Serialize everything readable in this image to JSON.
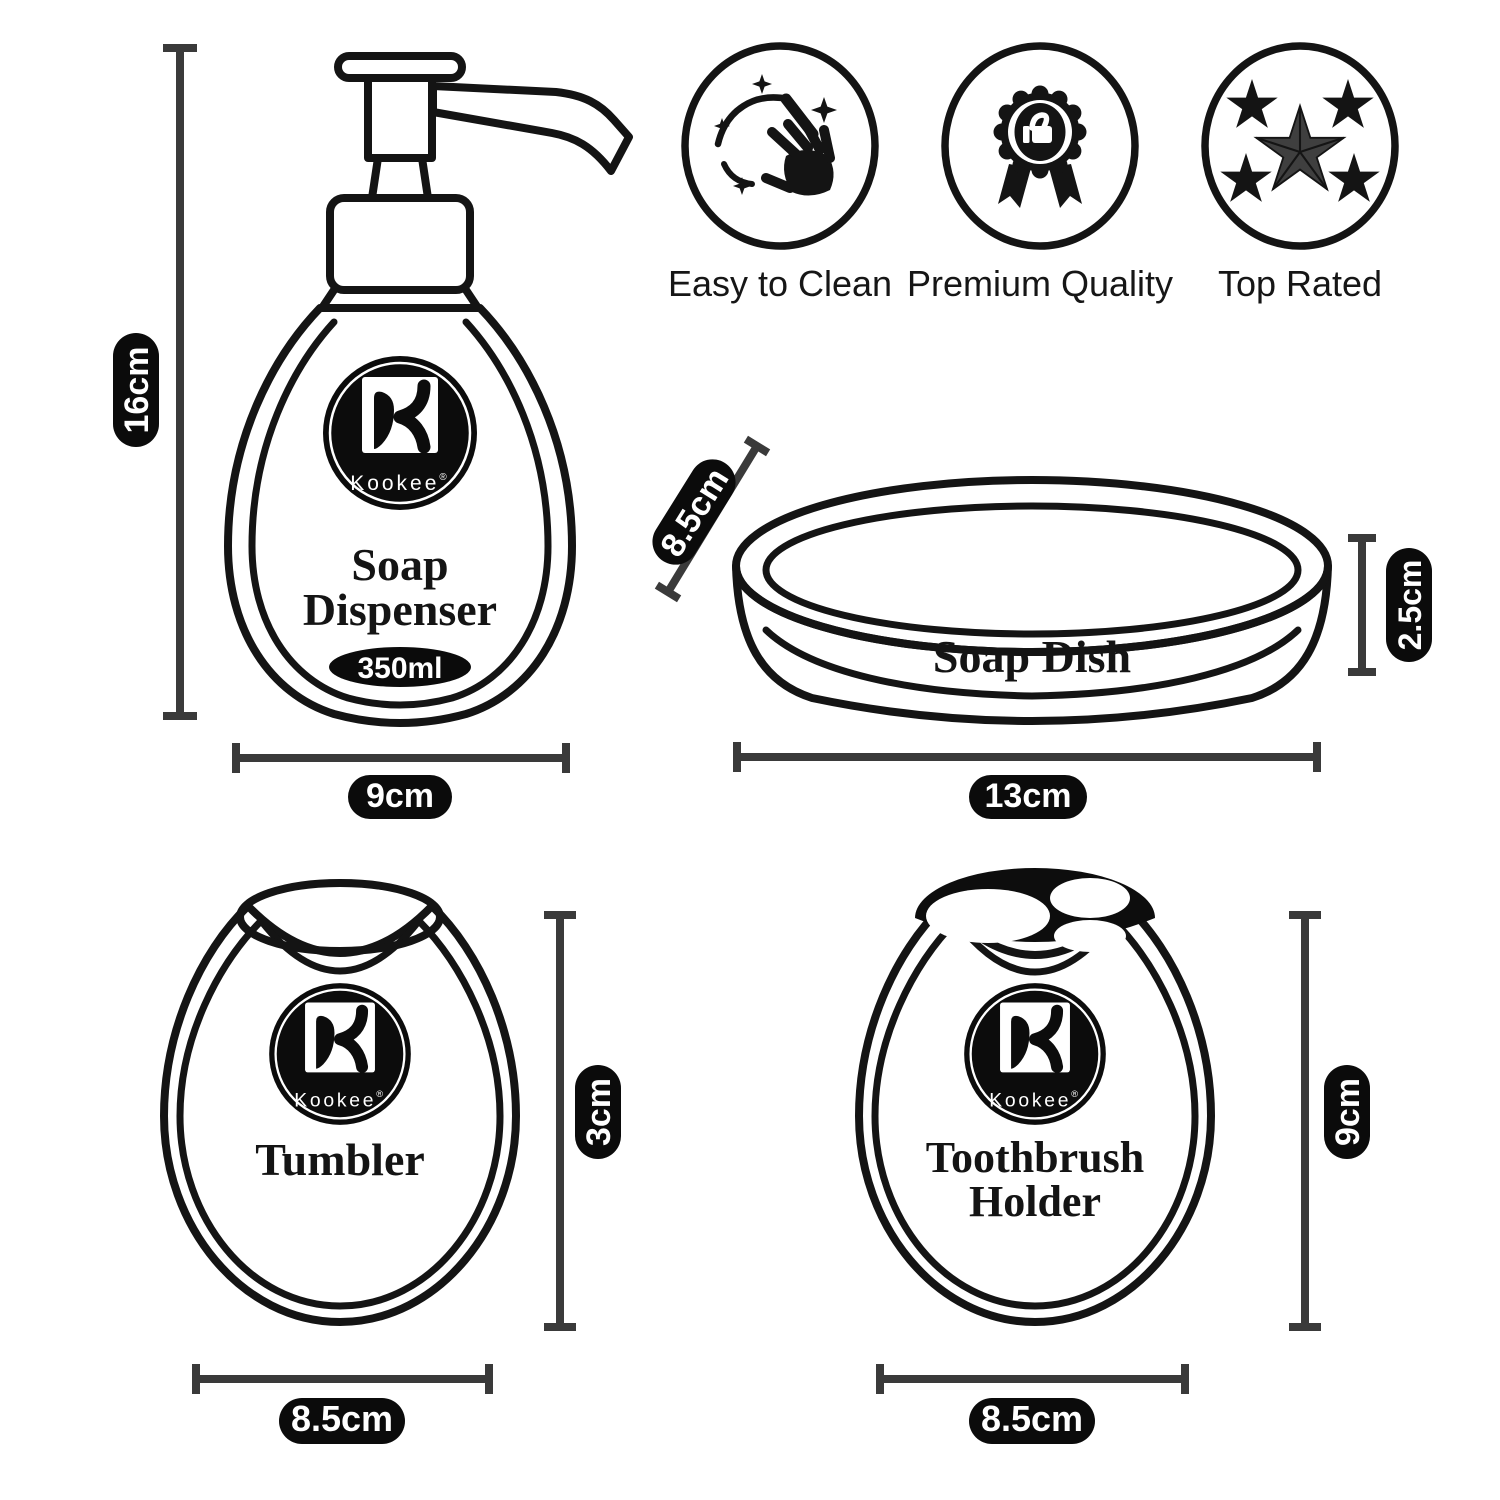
{
  "brand": {
    "name": "Kookee",
    "reg": "®"
  },
  "features": [
    {
      "label": "Easy to Clean",
      "icon": "clean-hand-icon"
    },
    {
      "label": "Premium Quality",
      "icon": "award-ribbon-icon"
    },
    {
      "label": "Top Rated",
      "icon": "five-stars-icon"
    }
  ],
  "soap_dispenser": {
    "line1": "Soap",
    "line2": "Dispenser",
    "capacity": "350ml",
    "dims": {
      "height": "16cm",
      "width": "9cm"
    }
  },
  "soap_dish": {
    "name": "Soap Dish",
    "dims": {
      "depth": "8.5cm",
      "height": "2.5cm",
      "width": "13cm"
    }
  },
  "tumbler": {
    "name": "Tumbler",
    "dims": {
      "height": "3cm",
      "width": "8.5cm"
    }
  },
  "toothbrush_holder": {
    "line1": "Toothbrush",
    "line2": "Holder",
    "dims": {
      "height": "9cm",
      "width": "8.5cm"
    }
  },
  "colors": {
    "ink": "#141414",
    "dim_line": "#3a3a3a",
    "pill_bg": "#0b0b0b",
    "pill_text": "#ffffff",
    "logo_bg": "#0c0c0c",
    "logo_text": "#ffffff",
    "center_star": "#3f3f3f",
    "background": "#ffffff"
  }
}
